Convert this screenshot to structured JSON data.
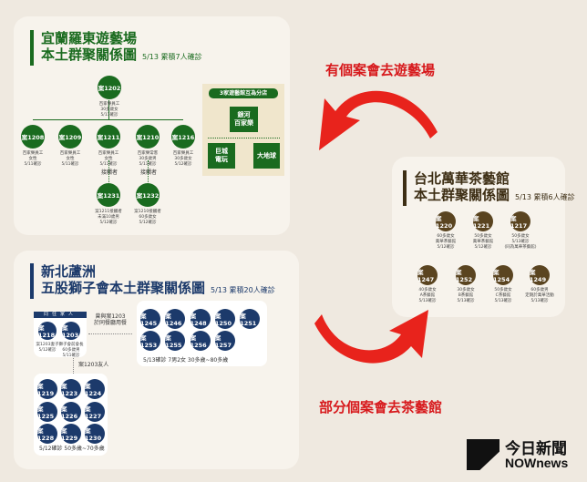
{
  "green": {
    "title1": "宜蘭羅東遊藝場",
    "title2": "本土群聚關係圖",
    "sub": "5/13 累積7人確診",
    "cases": [
      {
        "id": "案1202",
        "cap": "百家樂員工\n30多歲女\n5/11確診"
      },
      {
        "id": "案1208",
        "cap": "百家樂員工\n女性\n5/11確診"
      },
      {
        "id": "案1209",
        "cap": "百家樂員工\n女性\n5/11確診"
      },
      {
        "id": "案1211",
        "cap": "百家樂員工\n女性\n5/11確診"
      },
      {
        "id": "案1210",
        "cap": "百家樂常客\n30多歲男\n5/11確診"
      },
      {
        "id": "案1216",
        "cap": "百家樂員工\n30多歲女\n5/12確診"
      },
      {
        "id": "案1231",
        "cap": "案1211接觸者\n未滿10歲男\n5/12確診"
      },
      {
        "id": "案1232",
        "cap": "案1210接觸者\n60多歲女\n5/12確診"
      }
    ],
    "contact": "接觸者",
    "branch_label": "3家遊藝館互為分店",
    "stores": [
      "銀河\n百家樂",
      "巨城\n電玩",
      "大地球"
    ]
  },
  "navy": {
    "title1": "新北蘆洲",
    "title2": "五股獅子會本土群聚關係圖",
    "sub": "5/13 累積20人確診",
    "family_label": "同住家人",
    "family": [
      {
        "id": "案1218",
        "cap": "案1203妻子\n5/12確診"
      },
      {
        "id": "案1203",
        "cap": "獅子會前會長\n60多歲男\n5/11確診"
      }
    ],
    "restaurant_label": "曾與案1203\n於同餐廳用餐",
    "friend_label": "案1203友人",
    "restaurant": [
      "案1245",
      "案1246",
      "案1248",
      "案1250",
      "案1251",
      "案1253",
      "案1255",
      "案1256",
      "案1257"
    ],
    "restaurant_cap": "5/13確診  7男2女  30多歲~80多歲",
    "friends": [
      "案1219",
      "案1223",
      "案1224",
      "案1225",
      "案1226",
      "案1227",
      "案1228",
      "案1229",
      "案1230"
    ],
    "friends_cap": "5/12確診   50多歲~70多歲"
  },
  "brown": {
    "title1": "台北萬華茶藝館",
    "title2": "本土群聚關係圖",
    "sub": "5/13 累積6人確診",
    "cases": [
      {
        "id": "案1220",
        "cap": "60多歲女\n萬華茶藝館\n5/12確診"
      },
      {
        "id": "案1221",
        "cap": "50多歲女\n萬華茶藝館\n5/12確診"
      },
      {
        "id": "案1217",
        "cap": "50多歲女\n5/13確診\n(同為萬華茶藝館)"
      },
      {
        "id": "案1247",
        "cap": "40多歲女\nA茶藝館\n5/13確診"
      },
      {
        "id": "案1252",
        "cap": "30多歲女\nB茶藝館\n5/13確診"
      },
      {
        "id": "案1254",
        "cap": "50多歲女\nC茶藝館\n5/13確診"
      },
      {
        "id": "案1249",
        "cap": "60多歲男\n定期於萬華活動\n5/13確診"
      }
    ]
  },
  "arrows": {
    "top": "有個案會去遊藝場",
    "bottom": "部分個案會去茶藝館"
  },
  "logo": {
    "cn": "今日新聞",
    "en": "NOWnews"
  },
  "colors": {
    "green": "#1a6b1f",
    "navy": "#1c3a6b",
    "brown": "#5a4420",
    "red": "#e8231c"
  }
}
